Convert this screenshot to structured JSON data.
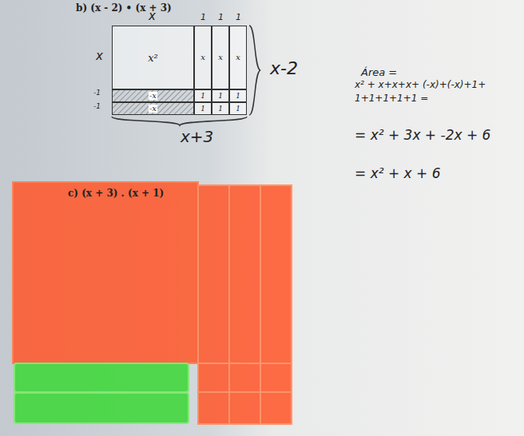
{
  "diagram": {
    "nodes": [
      {
        "text": [
          "x²"
        ]
      },
      {
        "text": [
          "x"
        ]
      },
      {
        "text": [
          "x"
        ]
      },
      {
        "text": [
          "x"
        ]
      },
      {
        "text": [
          "-x"
        ]
      },
      {
        "text": [
          "-x"
        ]
      },
      {
        "text": [
          "1"
        ]
      },
      {
        "text": [
          "1"
        ]
      },
      {
        "text": [
          "1"
        ]
      },
      {
        "text": [
          "1"
        ]
      },
      {
        "text": [
          "1"
        ]
      },
      {
        "text": [
          "1"
        ]
      }
    ],
    "labels": [
      "b) (x - 2) • (x + 3)",
      "x",
      "1",
      "1",
      "1",
      "x",
      "-1",
      "-1",
      "x-2",
      "x+3",
      "Área =",
      "x² + x+x+x+ (-x)+(-x)+1+",
      "1+1+1+1+1 =",
      "= x² + 3x + -2x + 6",
      "= x² + x + 6",
      "c) (x + 3) . (x + 1)"
    ]
  }
}
